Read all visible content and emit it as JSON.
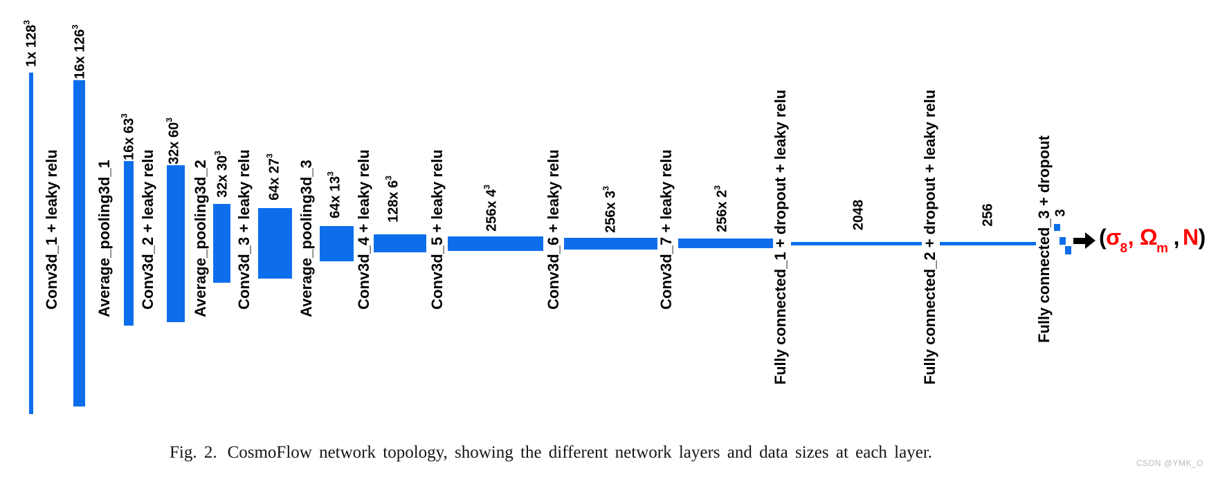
{
  "figure": {
    "caption_prefix": "Fig. 2.",
    "caption_text": "CosmoFlow network topology, showing the different network layers and data sizes at each layer.",
    "watermark": "CSDN @YMK_O"
  },
  "colors": {
    "bar_blue": "#0d6eec",
    "text_black": "#000000",
    "output_red": "#ff0000"
  },
  "diagram": {
    "items": [
      {
        "type": "size",
        "text": "1x 128",
        "sup": "3",
        "channels": 1,
        "spatial": 128
      },
      {
        "type": "layer",
        "text": "Conv3d_1 + leaky relu"
      },
      {
        "type": "size",
        "text": "16x 126",
        "sup": "3",
        "channels": 16,
        "spatial": 126
      },
      {
        "type": "layer",
        "text": "Average_pooling3d_1"
      },
      {
        "type": "size",
        "text": "16x 63",
        "sup": "3",
        "channels": 16,
        "spatial": 63
      },
      {
        "type": "layer",
        "text": "Conv3d_2 + leaky relu"
      },
      {
        "type": "size",
        "text": "32x 60",
        "sup": "3",
        "channels": 32,
        "spatial": 60
      },
      {
        "type": "layer",
        "text": "Average_pooling3d_2"
      },
      {
        "type": "size",
        "text": "32x 30",
        "sup": "3",
        "channels": 32,
        "spatial": 30
      },
      {
        "type": "layer",
        "text": "Conv3d_3 + leaky relu"
      },
      {
        "type": "size",
        "text": "64x 27",
        "sup": "3",
        "channels": 64,
        "spatial": 27
      },
      {
        "type": "layer",
        "text": "Average_pooling3d_3"
      },
      {
        "type": "size",
        "text": "64x 13",
        "sup": "3",
        "channels": 64,
        "spatial": 13
      },
      {
        "type": "layer",
        "text": "Conv3d_4 + leaky relu"
      },
      {
        "type": "size",
        "text": "128x 6",
        "sup": "3",
        "channels": 128,
        "spatial": 6
      },
      {
        "type": "layer",
        "text": "Conv3d_5 + leaky relu"
      },
      {
        "type": "size",
        "text": "256x 4",
        "sup": "3",
        "channels": 256,
        "spatial": 4
      },
      {
        "type": "layer",
        "text": "Conv3d_6 + leaky relu"
      },
      {
        "type": "size",
        "text": "256x 3",
        "sup": "3",
        "channels": 256,
        "spatial": 3
      },
      {
        "type": "layer",
        "text": "Conv3d_7 + leaky relu"
      },
      {
        "type": "size",
        "text": "256x 2",
        "sup": "3",
        "channels": 256,
        "spatial": 2
      },
      {
        "type": "layer",
        "text": "Fully connected_1 + dropout + leaky relu"
      },
      {
        "type": "size",
        "text": "2048",
        "units": 2048
      },
      {
        "type": "layer",
        "text": "Fully connected_2 + dropout + leaky relu"
      },
      {
        "type": "size",
        "text": "256",
        "units": 256
      },
      {
        "type": "layer",
        "text": "Fully connected_3 + dropout"
      },
      {
        "type": "size",
        "text": "3",
        "units": 3
      }
    ]
  },
  "output": {
    "paren_open": "(",
    "sigma": "σ",
    "sigma_sub": "8",
    "comma_1": ",",
    "omega": "Ω",
    "omega_sub": "m",
    "comma_2": ",",
    "n": "N",
    "paren_close": ")"
  }
}
